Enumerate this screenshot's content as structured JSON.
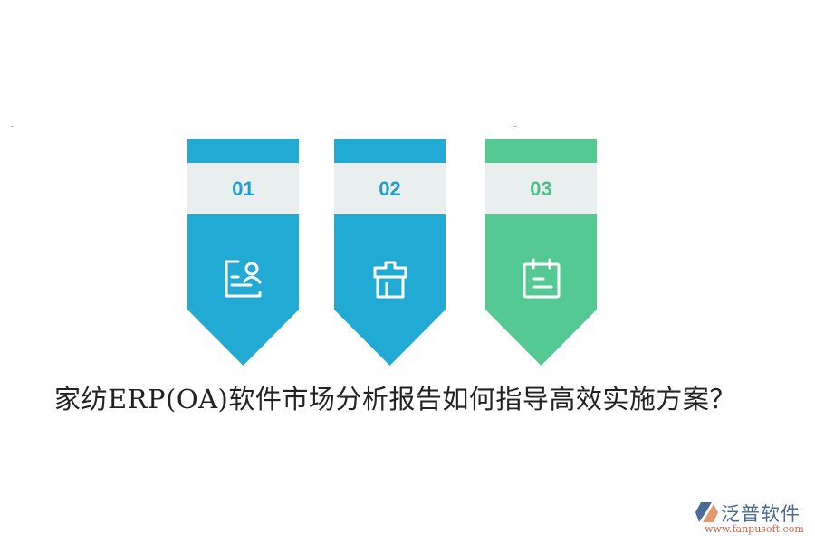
{
  "title": "家纺ERP(OA)软件市场分析报告如何指导高效实施方案？",
  "banners": [
    {
      "number": "01",
      "icon": "user-document-icon",
      "color": "#20aad4",
      "number_color": "#1e9fcf"
    },
    {
      "number": "02",
      "icon": "gift-box-icon",
      "color": "#20aad4",
      "number_color": "#1e9fcf"
    },
    {
      "number": "03",
      "icon": "calendar-icon",
      "color": "#55c993",
      "number_color": "#4cc08a"
    }
  ],
  "logo": {
    "brand": "泛普软件",
    "url": "www.fanpusoft.com"
  }
}
